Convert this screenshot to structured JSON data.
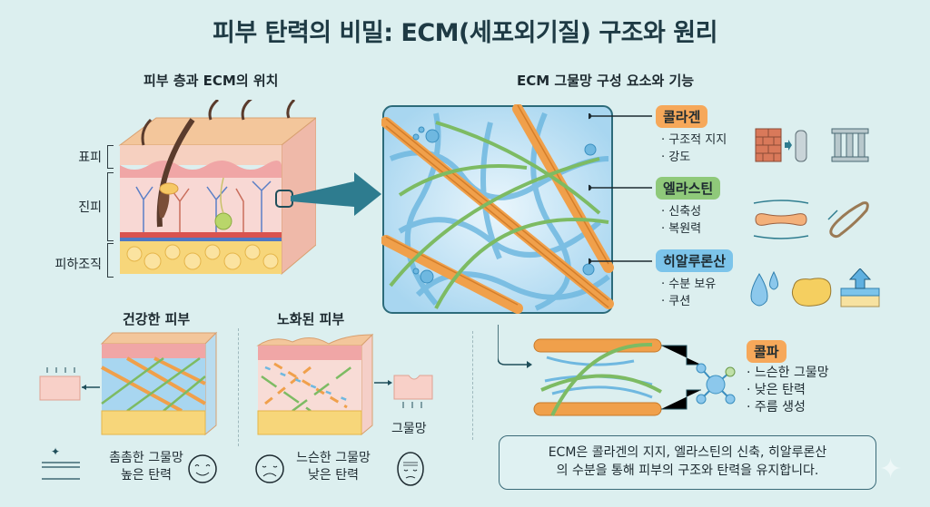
{
  "title": "피부 탄력의 비밀: ECM(세포외기질) 구조와 원리",
  "skin_layers": {
    "heading": "피부 층과 ECM의 위치",
    "labels": [
      "표피",
      "진피",
      "피하조직"
    ]
  },
  "ecm_components": {
    "heading": "ECM 그물망 구성 요소와 기능",
    "items": [
      {
        "name": "콜라겐",
        "color": "#f6a85a",
        "bullets": [
          "구조적 지지",
          "강도"
        ],
        "icons": [
          "brick-wall-icon",
          "pillar-icon",
          "columns-icon"
        ]
      },
      {
        "name": "엘라스틴",
        "color": "#8fc97a",
        "bullets": [
          "신축성",
          "복원력"
        ],
        "icons": [
          "stretch-band-icon",
          "rubber-band-icon"
        ]
      },
      {
        "name": "히알루론산",
        "color": "#7cc4ea",
        "bullets": [
          "수분 보유",
          "쿠션"
        ],
        "icons": [
          "water-drop-icon",
          "sponge-icon",
          "cushion-up-icon"
        ]
      }
    ]
  },
  "comparison": {
    "healthy": {
      "heading": "건강한 피부",
      "caption": [
        "촘촘한 그물망",
        "높은 탄력"
      ]
    },
    "aged": {
      "heading": "노화된 피부",
      "caption": [
        "느슨한 그물망",
        "낮은 탄력"
      ],
      "side_label": "그물망"
    }
  },
  "collagen_breakdown": {
    "tag": "콜파",
    "tag_color": "#f6a85a",
    "bullets": [
      "느슨한 그물망",
      "낮은 탄력",
      "주름 생성"
    ]
  },
  "summary": {
    "line1": "ECM은 콜라겐의 지지, 엘라스틴의 신축, 히알루론산",
    "line2": "의 수분을 통해 피부의 구조와 탄력을 유지합니다."
  },
  "colors": {
    "background": "#dcefef",
    "collagen": "#f0a04b",
    "elastin": "#7dbb63",
    "hyaluronic": "#6fb8e0",
    "accent": "#2c6b7a"
  }
}
